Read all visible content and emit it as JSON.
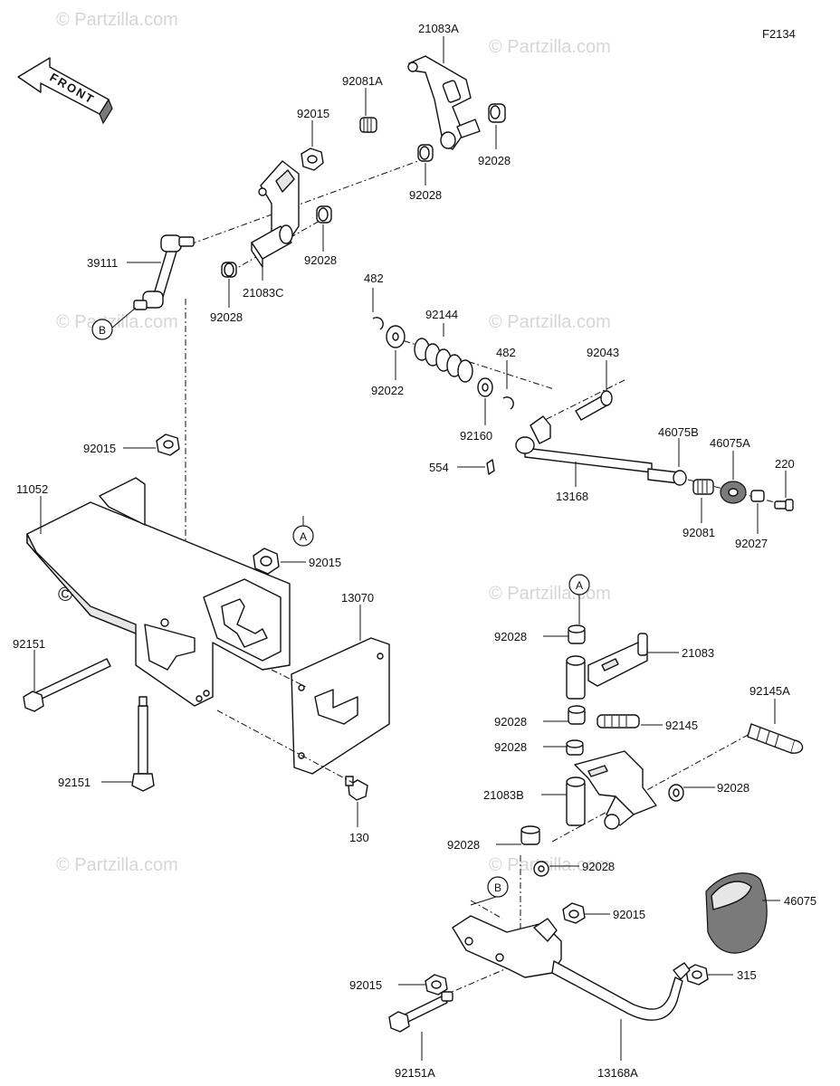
{
  "figure_id": "F2134",
  "front_label": "FRONT",
  "watermark": "© Partzilla.com",
  "callouts": {
    "a": "A",
    "b": "B"
  },
  "parts": {
    "p21083A": "21083A",
    "p92081A": "92081A",
    "p92015_top": "92015",
    "p92028_a": "92028",
    "p92028_b": "92028",
    "p92028_c": "92028",
    "p92028_d": "92028",
    "p39111": "39111",
    "p21083C": "21083C",
    "p482_a": "482",
    "p92144": "92144",
    "p92022": "92022",
    "p482_b": "482",
    "p92043": "92043",
    "p92160": "92160",
    "p46075B": "46075B",
    "p46075A": "46075A",
    "p220": "220",
    "p554": "554",
    "p13168": "13168",
    "p92081": "92081",
    "p92027": "92027",
    "p92015_left": "92015",
    "p11052": "11052",
    "p92015_mid": "92015",
    "p13070": "13070",
    "p92151_a": "92151",
    "p92151_b": "92151",
    "p130": "130",
    "p92028_e": "92028",
    "p21083": "21083",
    "p92028_f": "92028",
    "p92145": "92145",
    "p92145A": "92145A",
    "p92028_g": "92028",
    "p21083B": "21083B",
    "p92028_h": "92028",
    "p92028_i": "92028",
    "p92028_j": "92028",
    "p46075": "46075",
    "p92015_low": "92015",
    "p92015_bl": "92015",
    "p315": "315",
    "p92151A": "92151A",
    "p13168A": "13168A"
  }
}
